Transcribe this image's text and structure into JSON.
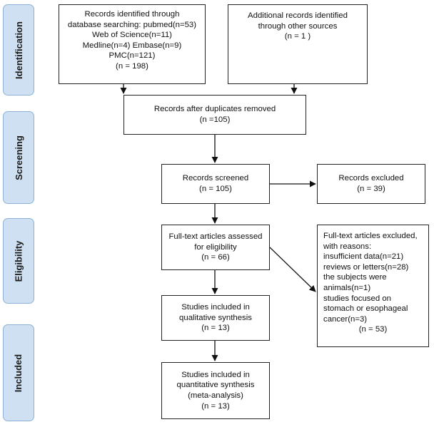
{
  "phases": {
    "identification": "Identification",
    "screening": "Screening",
    "eligibility": "Eligibility",
    "included": "Included"
  },
  "boxes": {
    "db_records": [
      "Records identified through",
      "database searching: pubmed(n=53)",
      "Web of Science(n=11)",
      "Medline(n=4) Embase(n=9)",
      "PMC(n=121)",
      "(n = 198)"
    ],
    "other_records": [
      "Additional records identified",
      "through other sources",
      "(n = 1  )"
    ],
    "after_duplicates": [
      "Records after duplicates removed",
      "(n =105)"
    ],
    "screened": [
      "Records screened",
      "(n = 105)"
    ],
    "excluded": [
      "Records excluded",
      "(n = 39)"
    ],
    "fulltext_assessed": [
      "Full-text articles assessed",
      "for eligibility",
      "(n = 66)"
    ],
    "fulltext_excluded": [
      "Full-text articles excluded,",
      "with reasons:",
      "insufficient data(n=21)",
      "reviews or letters(n=28)",
      "the subjects were",
      "animals(n=1)",
      "studies focused on",
      "stomach or esophageal",
      "cancer(n=3)",
      "(n = 53)"
    ],
    "qualitative": [
      "Studies included in",
      "qualitative synthesis",
      "(n = 13)"
    ],
    "quantitative": [
      "Studies included in",
      "quantitative synthesis",
      "(meta-analysis)",
      "(n = 13)"
    ]
  },
  "colors": {
    "phase_fill": "#cfe0f2",
    "phase_border": "#8eb2d6",
    "box_border": "#222222"
  }
}
